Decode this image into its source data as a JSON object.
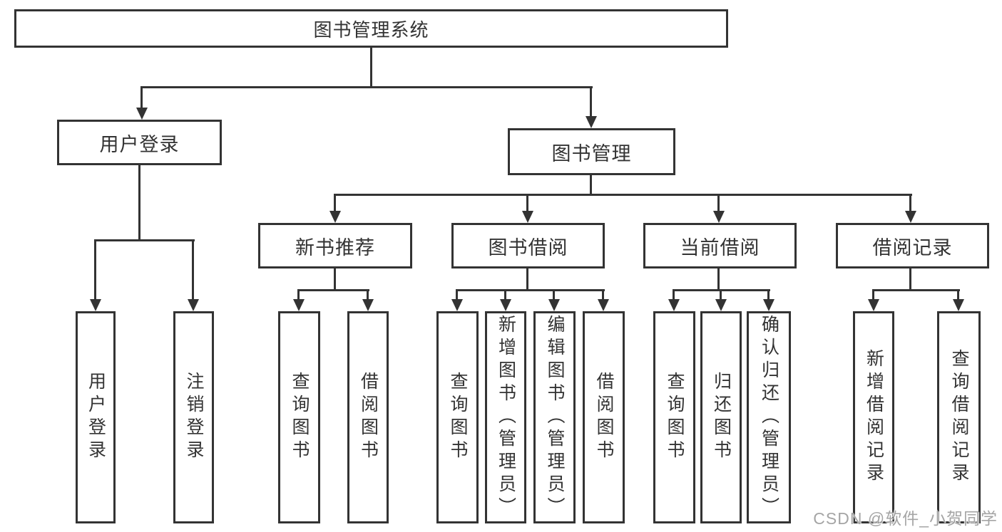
{
  "tree": {
    "root": {
      "label": "图书管理系统"
    },
    "branches": [
      {
        "label": "用户登录",
        "children": [
          {
            "label": "用户登录"
          },
          {
            "label": "注销登录"
          }
        ]
      },
      {
        "label": "图书管理",
        "children": [
          {
            "label": "新书推荐",
            "children": [
              {
                "label": "查询图书"
              },
              {
                "label": "借阅图书"
              }
            ]
          },
          {
            "label": "图书借阅",
            "children": [
              {
                "label": "查询图书"
              },
              {
                "label": "新增图书（管理员）"
              },
              {
                "label": "编辑图书（管理员）"
              },
              {
                "label": "借阅图书"
              }
            ]
          },
          {
            "label": "当前借阅",
            "children": [
              {
                "label": "查询图书"
              },
              {
                "label": "归还图书"
              },
              {
                "label": "确认归还（管理员）"
              }
            ]
          },
          {
            "label": "借阅记录",
            "children": [
              {
                "label": "新增借阅记录"
              },
              {
                "label": "查询借阅记录"
              }
            ]
          }
        ]
      }
    ]
  },
  "watermark": {
    "text": "CSDN @软件_小贺同学"
  },
  "colors": {
    "line": "#333333",
    "text": "#333333",
    "box_fill": "#ffffff",
    "background": "#ffffff",
    "watermark": "#9b9b9b"
  }
}
